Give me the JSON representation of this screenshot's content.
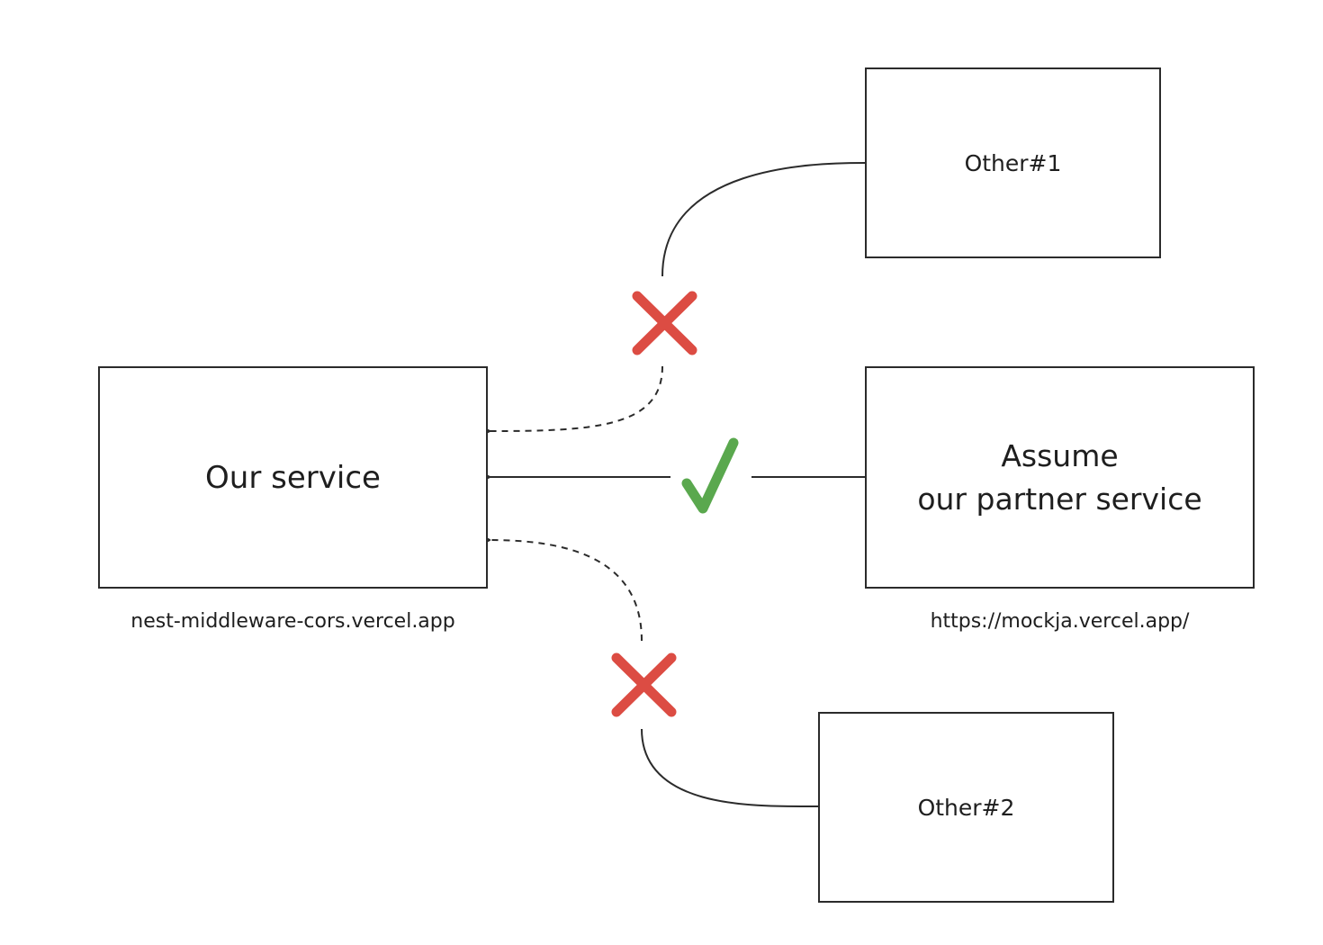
{
  "nodes": {
    "our_service": {
      "label": "Our service",
      "caption": "nest-middleware-cors.vercel.app"
    },
    "partner": {
      "label": "Assume\nour partner service",
      "caption": "https://mockja.vercel.app/"
    },
    "other1": {
      "label": "Other#1"
    },
    "other2": {
      "label": "Other#2"
    }
  },
  "edges": [
    {
      "from": "other1",
      "to": "our_service",
      "status": "rejected",
      "icon": "cross-icon"
    },
    {
      "from": "partner",
      "to": "our_service",
      "status": "allowed",
      "icon": "check-icon"
    },
    {
      "from": "other2",
      "to": "our_service",
      "status": "rejected",
      "icon": "cross-icon"
    }
  ],
  "colors": {
    "stroke": "#2b2b2b",
    "rejected": "#dc4c43",
    "allowed": "#5aa84e"
  }
}
